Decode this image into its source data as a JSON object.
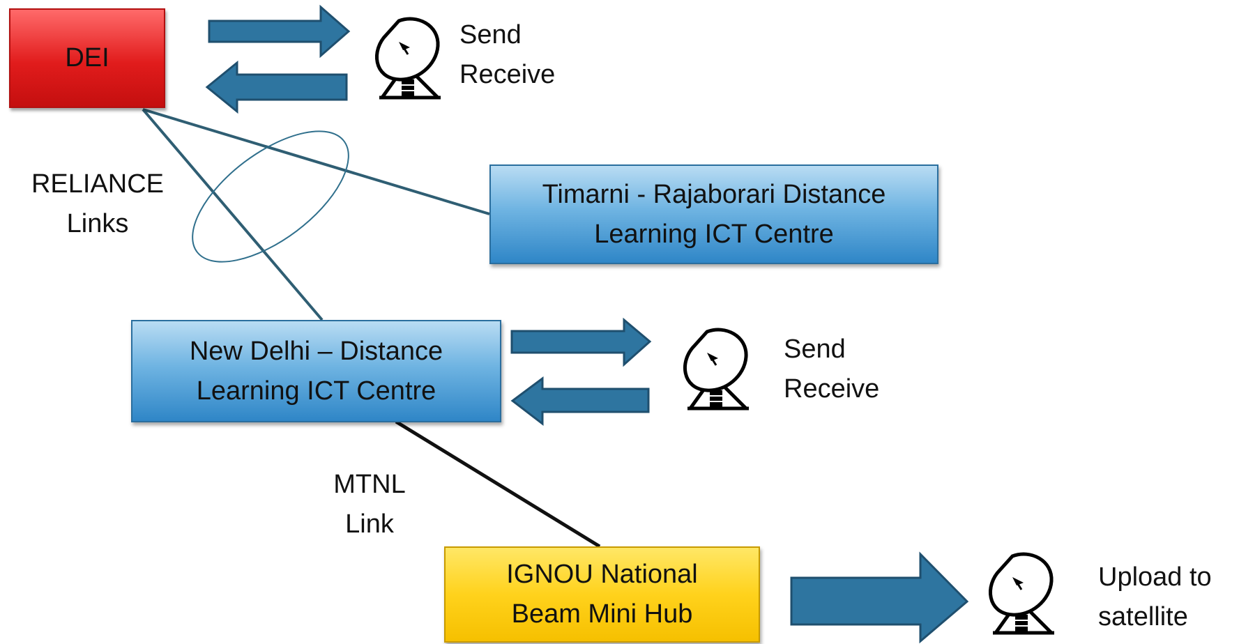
{
  "nodes": {
    "dei": {
      "label": "DEI"
    },
    "timarni": {
      "line1": "Timarni - Rajaborari  Distance",
      "line2": "Learning ICT Centre"
    },
    "new_delhi": {
      "line1": "New Delhi – Distance",
      "line2": "Learning ICT Centre"
    },
    "ignou": {
      "line1": "IGNOU National",
      "line2": "Beam Mini Hub"
    }
  },
  "links": {
    "reliance": {
      "line1": "RELIANCE",
      "line2": "Links"
    },
    "mtnl": {
      "line1": "MTNL",
      "line2": "Link"
    }
  },
  "antennas": {
    "dei": {
      "line1": "Send",
      "line2": "Receive",
      "icon": "satellite-dish-icon"
    },
    "new_delhi": {
      "line1": "Send",
      "line2": "Receive",
      "icon": "satellite-dish-icon"
    },
    "ignou": {
      "line1": "Upload to",
      "line2": "satellite",
      "icon": "satellite-dish-icon"
    }
  },
  "colors": {
    "arrow_fill": "#2e75a0",
    "arrow_stroke": "#1f4f6e",
    "link_line": "#2f5e73",
    "mtnl_line": "#111111",
    "dei_box": "#e11c1c",
    "centre_box": "#4fa0d8",
    "hub_box": "#ffd21c"
  }
}
